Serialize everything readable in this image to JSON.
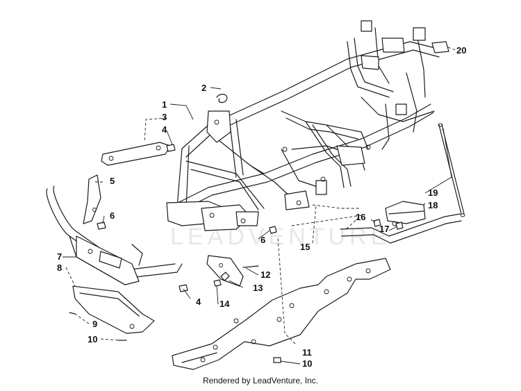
{
  "callouts": {
    "c1": "1",
    "c2": "2",
    "c3": "3",
    "c4a": "4",
    "c4b": "4",
    "c5": "5",
    "c6a": "6",
    "c6b": "6",
    "c7": "7",
    "c8": "8",
    "c9": "9",
    "c10a": "10",
    "c10b": "10",
    "c11": "11",
    "c12": "12",
    "c13": "13",
    "c14": "14",
    "c15": "15",
    "c16": "16",
    "c17": "17",
    "c18": "18",
    "c19": "19",
    "c20": "20"
  },
  "watermark": "LEADVENTURE",
  "footer": "Rendered by LeadVenture, Inc.",
  "colors": {
    "line": "#1a1a1a",
    "watermark": "#d4d4d4",
    "background": "#ffffff"
  }
}
